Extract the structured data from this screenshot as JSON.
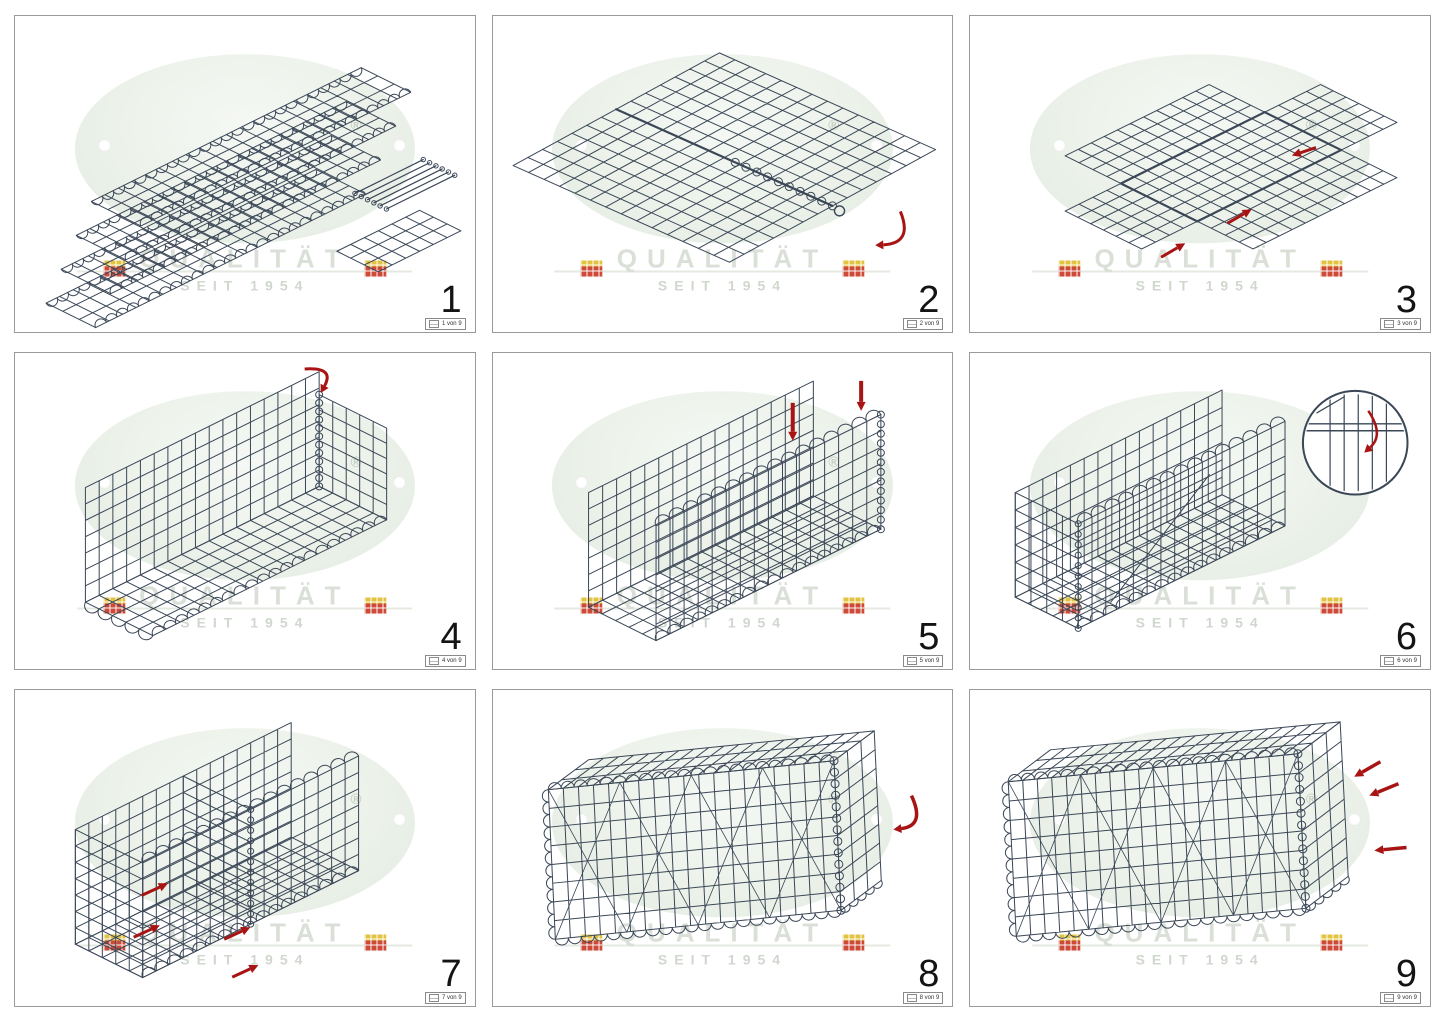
{
  "watermark": {
    "brand_word": "QUALITÄT",
    "since_line": "SEIT 1954",
    "registered_mark": "®"
  },
  "colors": {
    "wire": "#3b4757",
    "arrow": "#a81414",
    "panel_border": "#9a9a9a",
    "watermark_text": "#dae0d8",
    "watermark_sub": "#d0d7ce",
    "ellipse_fill": "#ecf2ea"
  },
  "steps": [
    {
      "number": "1",
      "page_label": "1 von 9"
    },
    {
      "number": "2",
      "page_label": "2 von 9"
    },
    {
      "number": "3",
      "page_label": "3 von 9"
    },
    {
      "number": "4",
      "page_label": "4 von 9"
    },
    {
      "number": "5",
      "page_label": "5 von 9"
    },
    {
      "number": "6",
      "page_label": "6 von 9"
    },
    {
      "number": "7",
      "page_label": "7 von 9"
    },
    {
      "number": "8",
      "page_label": "8 von 9"
    },
    {
      "number": "9",
      "page_label": "9 von 9"
    }
  ]
}
